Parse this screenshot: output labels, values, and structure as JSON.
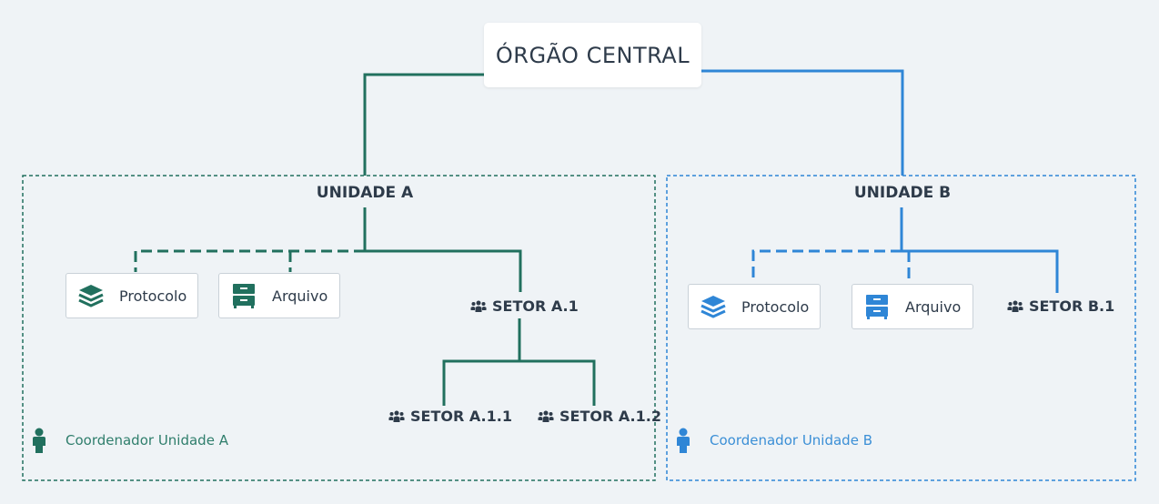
{
  "central": {
    "title": "ÓRGÃO CENTRAL"
  },
  "unit_a": {
    "title": "UNIDADE A",
    "color": "#21705e",
    "protocolo_label": "Protocolo",
    "arquivo_label": "Arquivo",
    "setor_a1": "SETOR A.1",
    "setor_a11": "SETOR A.1.1",
    "setor_a12": "SETOR A.1.2",
    "coordinator": "Coordenador Unidade A"
  },
  "unit_b": {
    "title": "UNIDADE B",
    "color": "#2f86d6",
    "protocolo_label": "Protocolo",
    "arquivo_label": "Arquivo",
    "setor_b1": "SETOR B.1",
    "coordinator": "Coordenador Unidade B"
  },
  "icons": {
    "protocolo": "layers-icon",
    "arquivo": "file-cabinet-icon",
    "setor": "people-group-icon",
    "coordinator": "person-icon"
  }
}
